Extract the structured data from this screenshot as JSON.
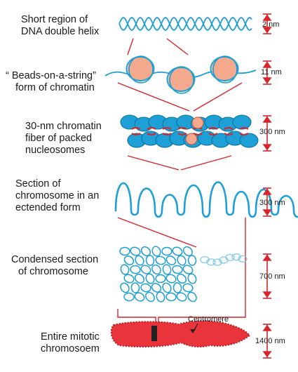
{
  "stages": [
    {
      "label_lines": [
        "Short region of",
        "DNA double helix"
      ],
      "scale": "2 nm"
    },
    {
      "label_lines": [
        "“ Beads-on-a-string”",
        "form of chromatin"
      ],
      "scale": "11 nm"
    },
    {
      "label_lines": [
        "30-nm chromatin",
        "fiber of packed",
        "nucleosomes"
      ],
      "scale": "300 nm"
    },
    {
      "label_lines": [
        "Section of",
        "chromosome in an",
        "ectended form"
      ],
      "scale": "300 nm"
    },
    {
      "label_lines": [
        "Condensed section",
        "of chromosome"
      ],
      "scale": "700 nm"
    },
    {
      "label_lines": [
        "Entire mitotic",
        "chromosoem"
      ],
      "scale": "1400 nm"
    }
  ],
  "annotation": {
    "centromere": "Centromere"
  },
  "colors": {
    "dna_blue": "#1e9fd6",
    "nucleosome_fill": "#f4a98c",
    "connector_red": "#d9252a",
    "chromosome_red": "#e8343a",
    "centromere_dark": "#222222"
  }
}
